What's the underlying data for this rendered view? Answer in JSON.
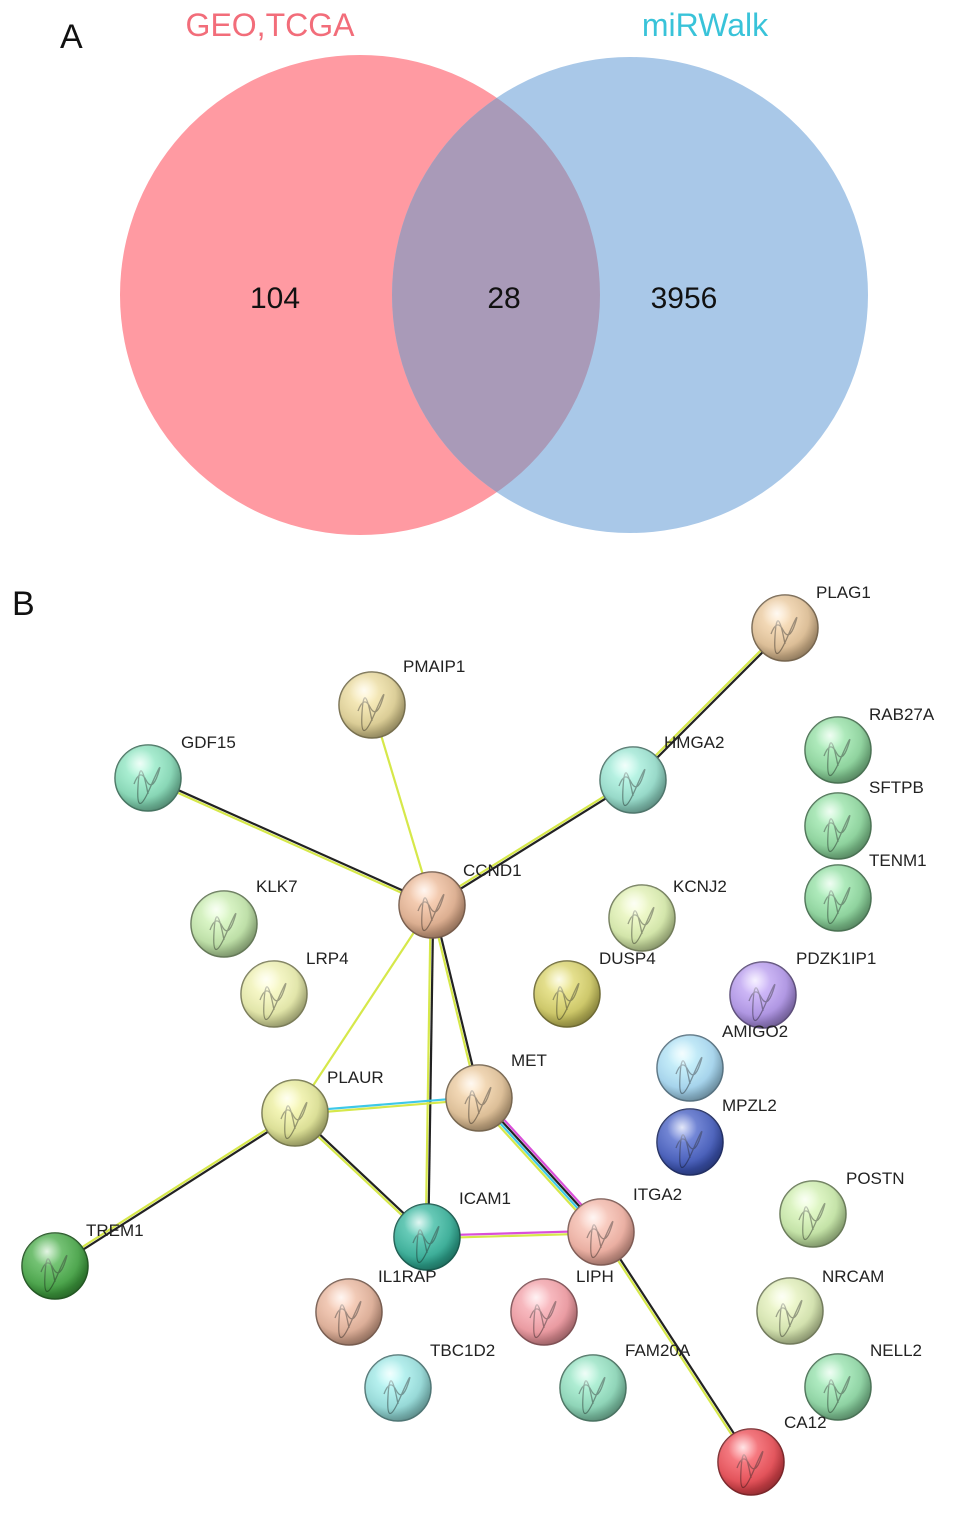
{
  "panel_a": {
    "letter": "A",
    "sets": [
      {
        "name": "GEO,TCGA",
        "color": "#f26d7a"
      },
      {
        "name": "miRWalk",
        "color": "#39c3d9"
      }
    ],
    "counts": {
      "left_only": "104",
      "intersection": "28",
      "right_only": "3956"
    },
    "colors": {
      "left_fill": "#ff9aa2",
      "right_fill": "#a9c8e8",
      "overlap_fill": "#a99ab8"
    }
  },
  "panel_b": {
    "letter": "B",
    "nodes": [
      {
        "id": "PLAG1",
        "label": "PLAG1",
        "color": "#d9b98f"
      },
      {
        "id": "PMAIP1",
        "label": "PMAIP1",
        "color": "#d8c98e"
      },
      {
        "id": "GDF15",
        "label": "GDF15",
        "color": "#7fd3b0"
      },
      {
        "id": "HMGA2",
        "label": "HMGA2",
        "color": "#8fd6c4"
      },
      {
        "id": "RAB27A",
        "label": "RAB27A",
        "color": "#86cf96"
      },
      {
        "id": "SFTPB",
        "label": "SFTPB",
        "color": "#86cf96"
      },
      {
        "id": "TENM1",
        "label": "TENM1",
        "color": "#86cf96"
      },
      {
        "id": "CCND1",
        "label": "CCND1",
        "color": "#d9a888"
      },
      {
        "id": "KLK7",
        "label": "KLK7",
        "color": "#b8dca0"
      },
      {
        "id": "KCNJ2",
        "label": "KCNJ2",
        "color": "#cfe3a3"
      },
      {
        "id": "LRP4",
        "label": "LRP4",
        "color": "#dfe3a2"
      },
      {
        "id": "DUSP4",
        "label": "DUSP4",
        "color": "#c9c35e"
      },
      {
        "id": "PDZK1IP1",
        "label": "PDZK1IP1",
        "color": "#a98ee0"
      },
      {
        "id": "AMIGO2",
        "label": "AMIGO2",
        "color": "#9fd0ea"
      },
      {
        "id": "PLAUR",
        "label": "PLAUR",
        "color": "#d8dc8e"
      },
      {
        "id": "MET",
        "label": "MET",
        "color": "#d9b98f"
      },
      {
        "id": "MPZL2",
        "label": "MPZL2",
        "color": "#3d55b5"
      },
      {
        "id": "POSTN",
        "label": "POSTN",
        "color": "#bfe0a0"
      },
      {
        "id": "TREM1",
        "label": "TREM1",
        "color": "#3f9e3f"
      },
      {
        "id": "ICAM1",
        "label": "ICAM1",
        "color": "#2fa891"
      },
      {
        "id": "ITGA2",
        "label": "ITGA2",
        "color": "#e8a89a"
      },
      {
        "id": "IL1RAP",
        "label": "IL1RAP",
        "color": "#d9a890"
      },
      {
        "id": "LIPH",
        "label": "LIPH",
        "color": "#e8939a"
      },
      {
        "id": "NRCAM",
        "label": "NRCAM",
        "color": "#cfdfa8"
      },
      {
        "id": "TBC1D2",
        "label": "TBC1D2",
        "color": "#8fd6d4"
      },
      {
        "id": "FAM20A",
        "label": "FAM20A",
        "color": "#86d1b2"
      },
      {
        "id": "NELL2",
        "label": "NELL2",
        "color": "#86cf9c"
      },
      {
        "id": "CA12",
        "label": "CA12",
        "color": "#e0454d"
      }
    ],
    "edges": [
      {
        "source": "PLAG1",
        "target": "HMGA2",
        "evidence": [
          "#222222",
          "#d6e84a"
        ]
      },
      {
        "source": "HMGA2",
        "target": "CCND1",
        "evidence": [
          "#222222",
          "#d6e84a"
        ]
      },
      {
        "source": "PMAIP1",
        "target": "CCND1",
        "evidence": [
          "#d6e84a"
        ]
      },
      {
        "source": "GDF15",
        "target": "CCND1",
        "evidence": [
          "#222222",
          "#d6e84a"
        ]
      },
      {
        "source": "CCND1",
        "target": "PLAUR",
        "evidence": [
          "#d6e84a"
        ]
      },
      {
        "source": "CCND1",
        "target": "MET",
        "evidence": [
          "#222222",
          "#d6e84a"
        ]
      },
      {
        "source": "CCND1",
        "target": "ICAM1",
        "evidence": [
          "#222222",
          "#d6e84a"
        ]
      },
      {
        "source": "PLAUR",
        "target": "MET",
        "evidence": [
          "#3ec8e8",
          "#d6e84a"
        ]
      },
      {
        "source": "PLAUR",
        "target": "TREM1",
        "evidence": [
          "#222222",
          "#d6e84a"
        ]
      },
      {
        "source": "PLAUR",
        "target": "ICAM1",
        "evidence": [
          "#222222",
          "#d6e84a"
        ]
      },
      {
        "source": "MET",
        "target": "ITGA2",
        "evidence": [
          "#d94fd9",
          "#222222",
          "#3ec8e8",
          "#d6e84a"
        ]
      },
      {
        "source": "ICAM1",
        "target": "ITGA2",
        "evidence": [
          "#d94fd9",
          "#d6e84a"
        ]
      },
      {
        "source": "ITGA2",
        "target": "CA12",
        "evidence": [
          "#222222",
          "#d6e84a"
        ]
      }
    ]
  }
}
